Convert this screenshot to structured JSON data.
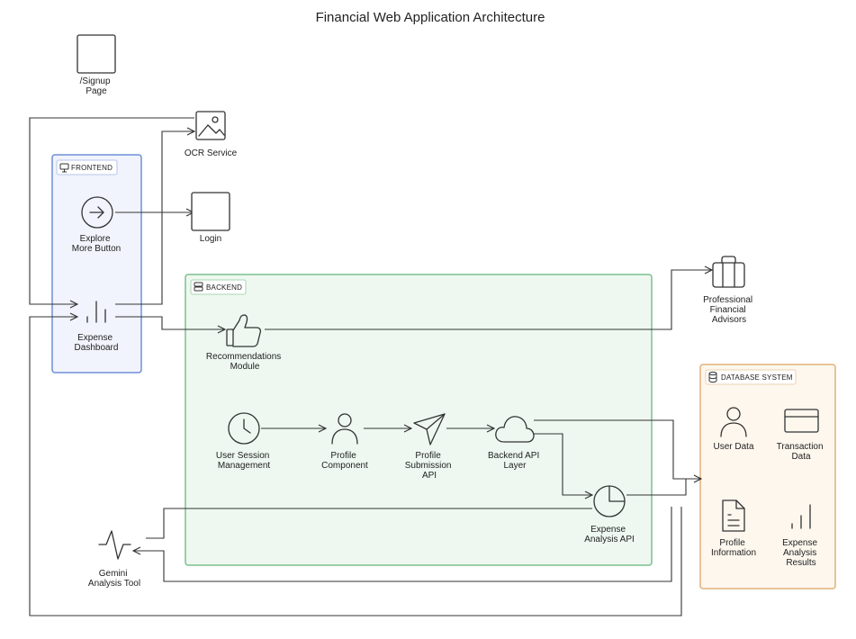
{
  "title": "Financial Web Application Architecture",
  "groups": {
    "frontend": "FRONTEND",
    "backend": "BACKEND",
    "database": "DATABASE SYSTEM"
  },
  "nodes": {
    "signup": [
      "/Signup",
      "Page"
    ],
    "ocr": [
      "OCR Service"
    ],
    "login": [
      "Login"
    ],
    "explore": [
      "Explore",
      "More Button"
    ],
    "dashboard": [
      "Expense",
      "Dashboard"
    ],
    "recommendations": [
      "Recommendations",
      "Module"
    ],
    "advisors": [
      "Professional",
      "Financial",
      "Advisors"
    ],
    "session": [
      "User Session",
      "Management"
    ],
    "profile_component": [
      "Profile",
      "Component"
    ],
    "profile_api": [
      "Profile",
      "Submission",
      "API"
    ],
    "backend_api": [
      "Backend API",
      "Layer"
    ],
    "expense_api": [
      "Expense",
      "Analysis API"
    ],
    "gemini": [
      "Gemini",
      "Analysis Tool"
    ],
    "user_data": [
      "User Data"
    ],
    "transaction": [
      "Transaction",
      "Data"
    ],
    "profile_info": [
      "Profile",
      "Information"
    ],
    "expense_results": [
      "Expense",
      "Analysis",
      "Results"
    ]
  },
  "colors": {
    "frontend_border": "#6f8fd8",
    "frontend_fill": "#f1f4fc",
    "backend_border": "#7cc08e",
    "backend_fill": "#eef8f0",
    "database_border": "#e0b179",
    "database_fill": "#fdf7ee",
    "edge": "#333333"
  }
}
